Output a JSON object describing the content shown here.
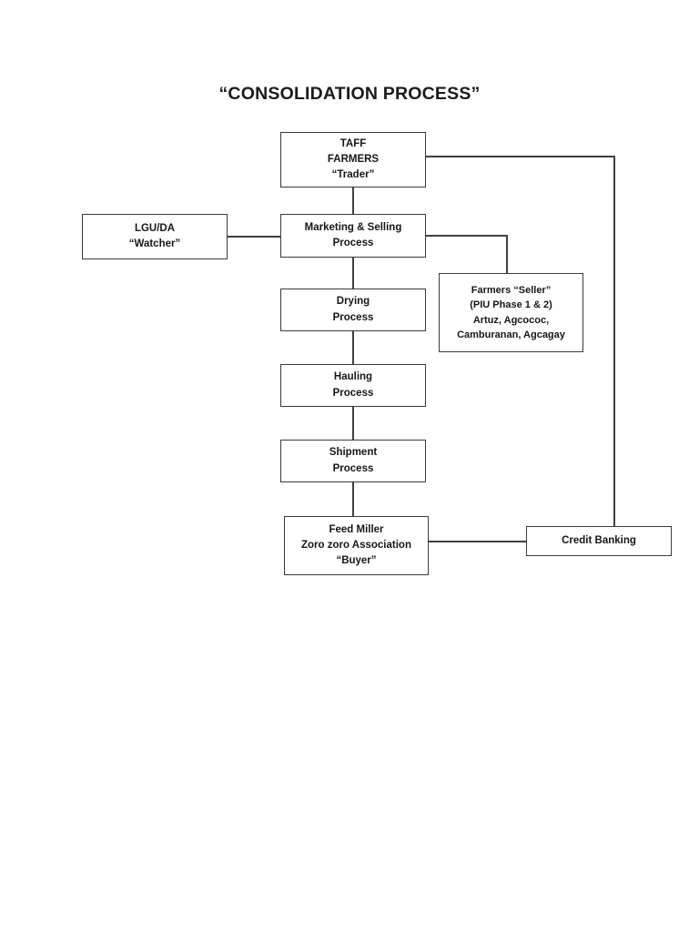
{
  "document": {
    "title": "“CONSOLIDATION PROCESS”"
  },
  "diagram": {
    "type": "flowchart",
    "nodes": [
      {
        "id": "taff",
        "name": "taff-farmers-trader",
        "lines": [
          "TAFF",
          "FARMERS",
          "“Trader”"
        ]
      },
      {
        "id": "lgu",
        "name": "lgu-da-watcher",
        "lines": [
          "LGU/DA",
          "“Watcher”"
        ]
      },
      {
        "id": "marketing",
        "name": "marketing-selling-process",
        "lines": [
          "Marketing & Selling",
          "Process"
        ]
      },
      {
        "id": "seller",
        "name": "farmers-seller",
        "lines": [
          "Farmers “Seller”",
          "(PIU Phase 1 & 2)",
          "Artuz, Agcococ,",
          "Camburanan, Agcagay"
        ]
      },
      {
        "id": "drying",
        "name": "drying-process",
        "lines": [
          "Drying",
          "Process"
        ]
      },
      {
        "id": "hauling",
        "name": "hauling-process",
        "lines": [
          "Hauling",
          "Process"
        ]
      },
      {
        "id": "shipment",
        "name": "shipment-process",
        "lines": [
          "Shipment",
          "Process"
        ]
      },
      {
        "id": "feedmiller",
        "name": "feed-miller-buyer",
        "lines": [
          "Feed Miller",
          "Zoro zoro Association",
          "“Buyer”"
        ]
      },
      {
        "id": "credit",
        "name": "credit-banking",
        "lines": [
          "Credit Banking"
        ]
      }
    ],
    "edges": [
      {
        "from": "taff",
        "to": "marketing"
      },
      {
        "from": "lgu",
        "to": "marketing"
      },
      {
        "from": "marketing",
        "to": "seller"
      },
      {
        "from": "marketing",
        "to": "drying"
      },
      {
        "from": "drying",
        "to": "hauling"
      },
      {
        "from": "hauling",
        "to": "shipment"
      },
      {
        "from": "shipment",
        "to": "feedmiller"
      },
      {
        "from": "feedmiller",
        "to": "credit"
      },
      {
        "from": "credit",
        "to": "taff"
      }
    ],
    "colors": {
      "border": "#3a3a3a",
      "connector": "#3f3f3f",
      "text": "#161616",
      "background": "#ffffff"
    }
  }
}
